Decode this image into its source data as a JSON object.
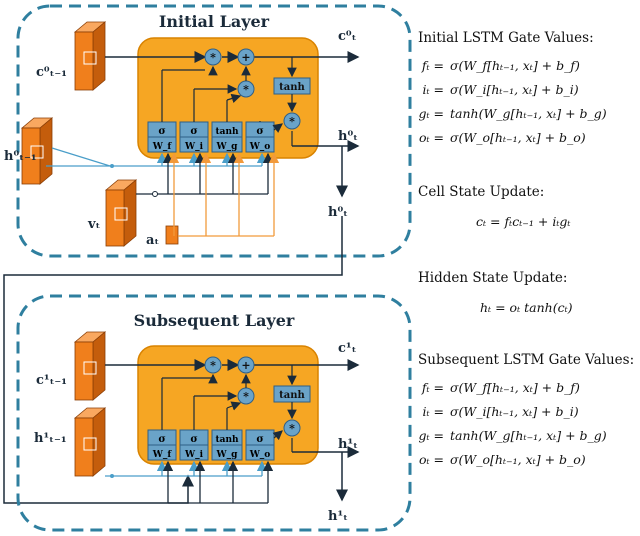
{
  "layers": {
    "initial_title": "Initial Layer",
    "subsequent_title": "Subsequent Layer"
  },
  "labels": {
    "c0_out": "c⁰ₜ",
    "c0_in": "c⁰ₜ₋₁",
    "h0_in": "h⁰ₜ₋₁",
    "h0_out_right": "h⁰ₜ",
    "h0_out_down": "h⁰ₜ",
    "v_t": "vₜ",
    "a_t": "aₜ",
    "c1_out": "c¹ₜ",
    "c1_in": "c¹ₜ₋₁",
    "h1_in": "h¹ₜ₋₁",
    "h1_out_right": "h¹ₜ",
    "h1_out_down": "h¹ₜ"
  },
  "gates": {
    "sigma": "σ",
    "tanh": "tanh",
    "wf": "W_f",
    "wi": "W_i",
    "wg": "W_g",
    "wo": "W_o",
    "mult": "*",
    "plus": "+"
  },
  "equations": {
    "initial_heading": "Initial LSTM Gate Values:",
    "cell_heading": "Cell State Update:",
    "hidden_heading": "Hidden State Update:",
    "subsequent_heading": "Subsequent LSTM Gate Values:",
    "gates": [
      {
        "lhs": "fₜ =",
        "rhs": "σ(W_f[hₜ₋₁, xₜ] + b_f)"
      },
      {
        "lhs": "iₜ =",
        "rhs": "σ(W_i[hₜ₋₁, xₜ] + b_i)"
      },
      {
        "lhs": "gₜ =",
        "rhs": "tanh(W_g[hₜ₋₁, xₜ] + b_g)"
      },
      {
        "lhs": "oₜ =",
        "rhs": "σ(W_o[hₜ₋₁, xₜ] + b_o)"
      }
    ],
    "cell_update": "cₜ = fₜcₜ₋₁ + iₜgₜ",
    "hidden_update": "hₜ = oₜ tanh(cₜ)"
  },
  "colors": {
    "cell_fill": "#f6a623",
    "cell_stroke": "#d98300",
    "gate_fill": "#6aa3c8",
    "gate_stroke": "#2f5f86",
    "dashed": "#2f7f9f",
    "block_front": "#f07f1c",
    "block_side": "#c45d0c",
    "block_top": "#f9a860",
    "orange_line": "#f29a3b",
    "blue_line": "#4a9ec9",
    "dark": "#1b2b3a"
  }
}
